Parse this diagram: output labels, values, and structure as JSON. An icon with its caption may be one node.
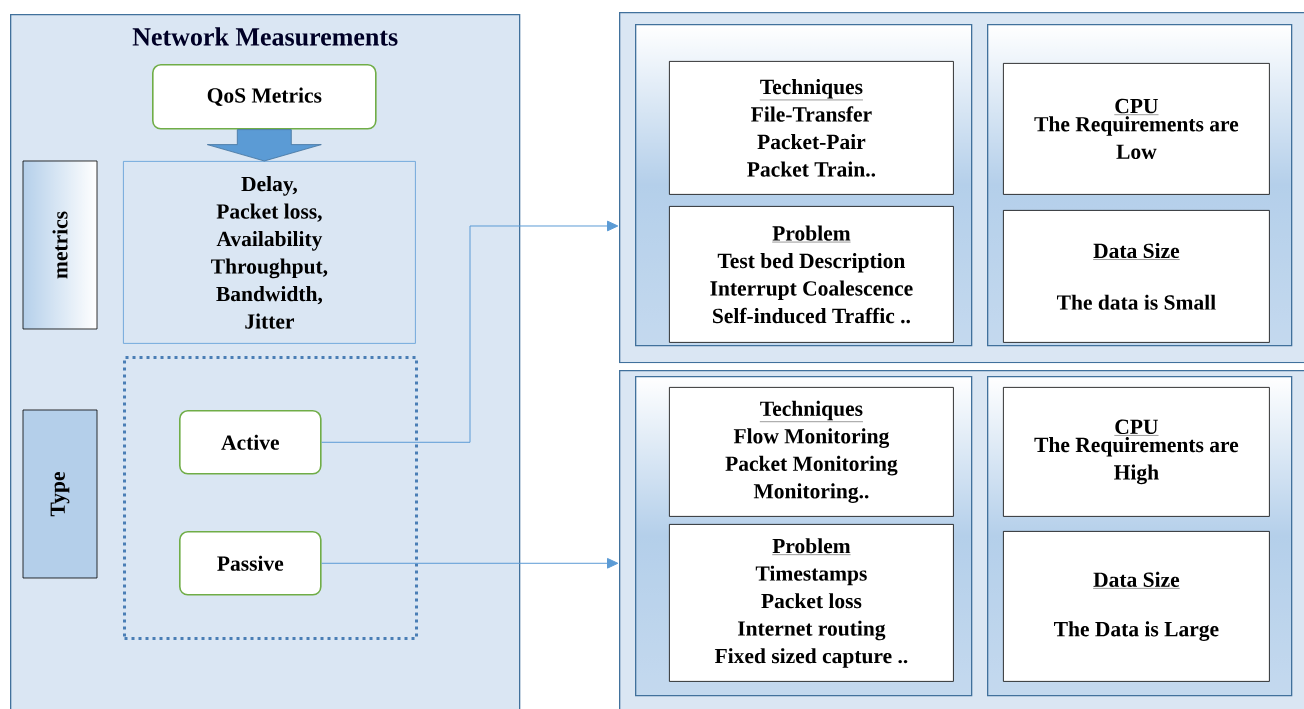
{
  "diagram": {
    "nodes": [
      {
        "text": [
          "Network Measurements"
        ]
      },
      {
        "text": [
          "QoS Metrics"
        ],
        "in": 0
      },
      {
        "text": [
          "Delay,",
          "Packet loss,",
          "Availability",
          "Throughput,",
          "Bandwidth,",
          "Jitter"
        ],
        "in": 0
      },
      {
        "text": [
          "metrics"
        ],
        "in": 0
      },
      {
        "text": [
          "Type"
        ],
        "in": 0
      },
      {
        "text": [],
        "shape": "box",
        "in": 0
      },
      {
        "text": [
          "Active"
        ],
        "in": 5
      },
      {
        "text": [
          "Passive"
        ],
        "in": 5
      },
      {
        "text": [],
        "shape": "box"
      },
      {
        "text": [],
        "shape": "box",
        "in": 8
      },
      {
        "text": [
          "Techniques",
          "File-Transfer",
          "Packet-Pair",
          "Packet Train.."
        ],
        "in": 9
      },
      {
        "text": [
          "Problem",
          "Test bed Description",
          "Interrupt Coalescence",
          "Self-induced Traffic .."
        ],
        "in": 9
      },
      {
        "text": [],
        "shape": "box",
        "in": 8
      },
      {
        "text": [
          "CPU",
          "The Requirements are Low"
        ],
        "in": 12
      },
      {
        "text": [
          "Data Size",
          "The data is Small"
        ],
        "in": 12
      },
      {
        "text": [],
        "shape": "box"
      },
      {
        "text": [],
        "shape": "box",
        "in": 15
      },
      {
        "text": [
          "Techniques",
          "Flow Monitoring",
          "Packet Monitoring",
          "Monitoring.."
        ],
        "in": 16
      },
      {
        "text": [
          "Problem",
          "Timestamps",
          "Packet loss",
          "Internet routing",
          "Fixed sized capture .."
        ],
        "in": 16
      },
      {
        "text": [],
        "shape": "box",
        "in": 15
      },
      {
        "text": [
          "CPU",
          "The Requirements are High"
        ],
        "in": 19
      },
      {
        "text": [
          "Data Size",
          "The Data is Large"
        ],
        "in": 19
      }
    ],
    "edges": [
      {
        "from": 1,
        "to": 2,
        "arrow": "to",
        "style": "thick"
      },
      {
        "from": 6,
        "to": 8,
        "arrow": "to"
      },
      {
        "from": 7,
        "to": 15,
        "arrow": "to"
      }
    ]
  }
}
